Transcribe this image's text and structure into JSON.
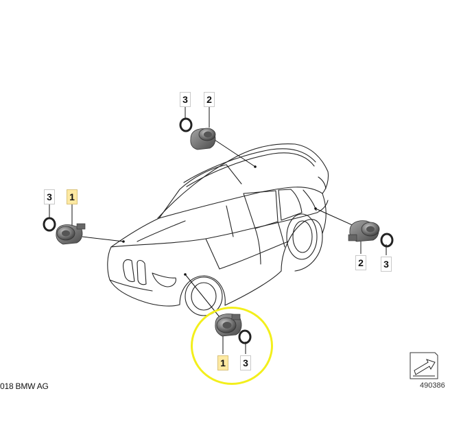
{
  "diagram": {
    "callouts": {
      "top_3": "3",
      "top_2": "2",
      "left_3": "3",
      "left_1": "1",
      "right_2": "2",
      "right_3": "3",
      "bottom_1": "1",
      "bottom_3": "3"
    },
    "copyright": "018 BMW AG",
    "doc_number": "490386"
  },
  "colors": {
    "highlight_ring": "#f3ef1c",
    "highlight_callout": "#fde9a2",
    "line": "#1a1a1a",
    "sensor_body": "#6e6e6e"
  },
  "icons": [
    "car-outline",
    "park-sensor",
    "seal-ring",
    "next-page-arrow-icon"
  ]
}
